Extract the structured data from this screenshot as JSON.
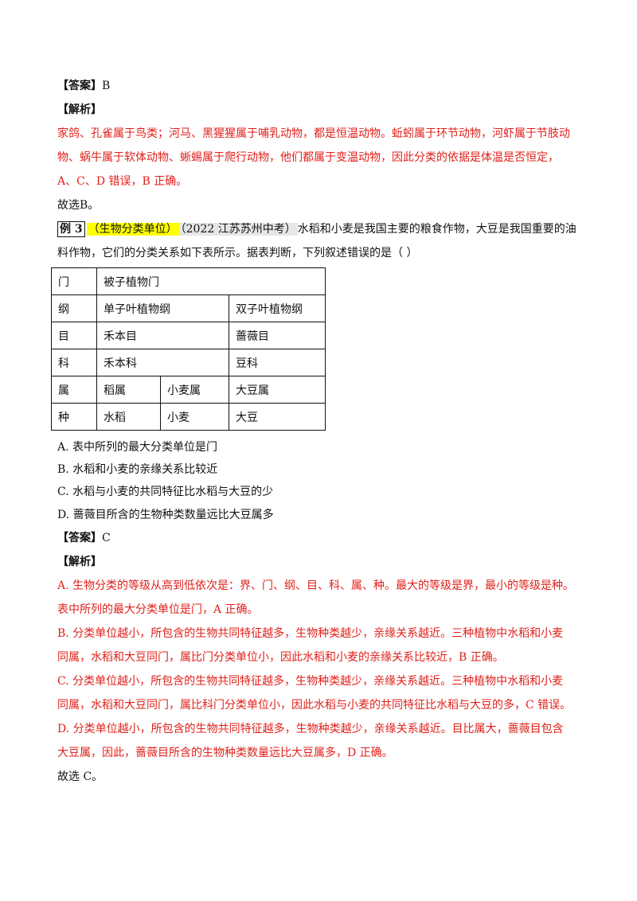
{
  "answer1": {
    "label": "【答案】",
    "value": "B"
  },
  "analysis1": {
    "label": "【解析】",
    "lines": [
      "家鸽、孔雀属于鸟类；河马、黑猩猩属于哺乳动物，都是恒温动物。蚯蚓属于环节动物，河虾属于节肢动",
      "物、蜗牛属于软体动物、蜥蜴属于爬行动物，他们都属于变温动物，因此分类的依据是体温是否恒定，",
      "A、C、D 错误，B 正确。"
    ],
    "conclusion": "故选B。"
  },
  "example3": {
    "tag": "例 3",
    "topic": "（生物分类单位）",
    "source": "（2022 江苏苏州中考）",
    "question_line1": "水稻和小麦是我国主要的粮食作物，大豆是我国重要的油",
    "question_line2": "料作物，它们的分类关系如下表所示。据表判断，下列叙述错误的是（        ）"
  },
  "table": {
    "rows": [
      [
        "门",
        "被子植物门"
      ],
      [
        "纲",
        "单子叶植物纲",
        "双子叶植物纲"
      ],
      [
        "目",
        "禾本目",
        "蔷薇目"
      ],
      [
        "科",
        "禾本科",
        "豆科"
      ],
      [
        "属",
        "稻属",
        "小麦属",
        "大豆属"
      ],
      [
        "种",
        "水稻",
        "小麦",
        "大豆"
      ]
    ]
  },
  "options": [
    "A.  表中所列的最大分类单位是门",
    "B.  水稻和小麦的亲缘关系比较近",
    "C.  水稻与小麦的共同特征比水稻与大豆的少",
    "D.  蔷薇目所含的生物种类数量远比大豆属多"
  ],
  "answer2": {
    "label": "【答案】",
    "value": "C"
  },
  "analysis2": {
    "label": "【解析】",
    "lines": [
      "A. 生物分类的等级从高到低依次是：界、门、纲、目、科、属、种。最大的等级是界，最小的等级是种。",
      "表中所列的最大分类单位是门，A 正确。",
      "B. 分类单位越小，所包含的生物共同特征越多，生物种类越少，亲缘关系越近。三种植物中水稻和小麦",
      "同属，水稻和大豆同门，属比门分类单位小，因此水稻和小麦的亲缘关系比较近，B 正确。",
      "C. 分类单位越小，所包含的生物共同特征越多，生物种类越少，亲缘关系越近。三种植物中水稻和小麦",
      "同属，水稻和大豆同门，属比科门分类单位小，因此水稻与小麦的共同特征比水稻与大豆的多，C 错误。",
      "D. 分类单位越小，所包含的生物共同特征越多，生物种类越少，亲缘关系越近。目比属大，蔷薇目包含",
      "大豆属，因此，蔷薇目所含的生物种类数量远比大豆属多，D 正确。"
    ],
    "conclusion": "故选 C。"
  }
}
